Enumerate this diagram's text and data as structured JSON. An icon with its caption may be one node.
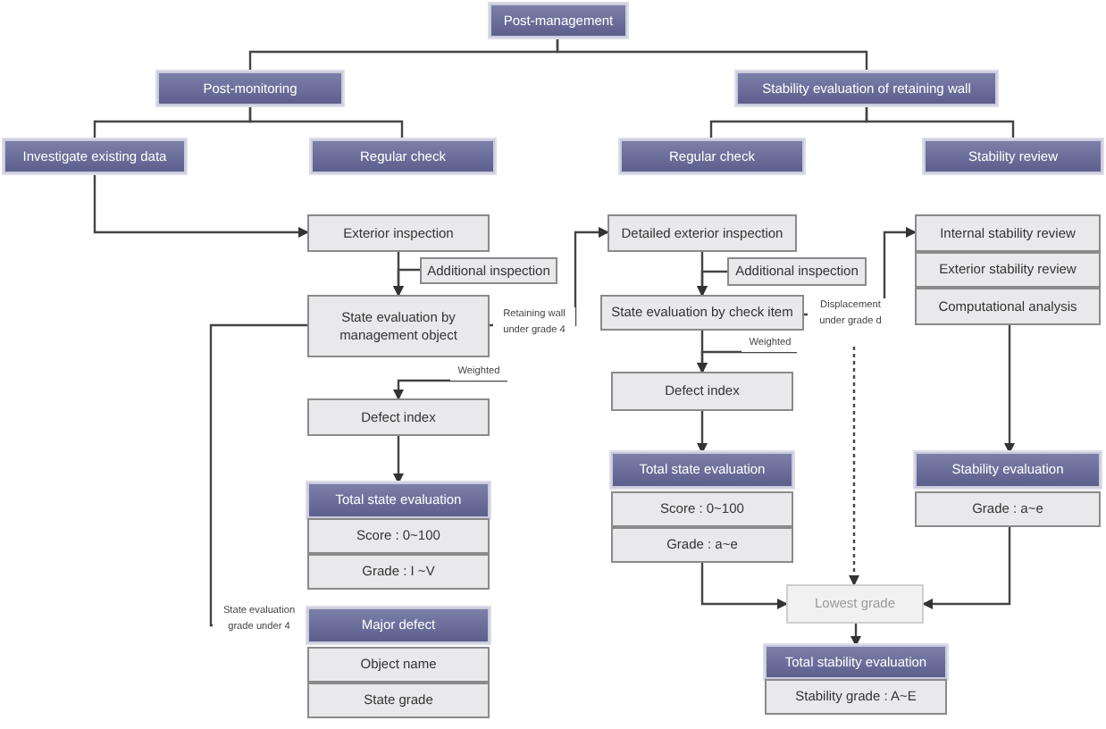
{
  "diagram": {
    "nodes": [
      {
        "text": [
          "Post-management"
        ]
      },
      {
        "text": [
          "Post-monitoring"
        ]
      },
      {
        "text": [
          "Stability evaluation of retaining wall"
        ]
      },
      {
        "text": [
          "Investigate existing data"
        ]
      },
      {
        "text": [
          "Regular check"
        ]
      },
      {
        "text": [
          "Regular check"
        ]
      },
      {
        "text": [
          "Stability review"
        ]
      },
      {
        "text": [
          "Exterior inspection"
        ]
      },
      {
        "text": [
          "Additional inspection"
        ]
      },
      {
        "text": [
          "State evaluation by management object"
        ]
      },
      {
        "text": [
          "Defect index"
        ]
      },
      {
        "text": [
          "Total state evaluation"
        ]
      },
      {
        "text": [
          "Score : 0~100"
        ]
      },
      {
        "text": [
          "Grade : I ~V"
        ]
      },
      {
        "text": [
          "Major defect"
        ]
      },
      {
        "text": [
          "Object name"
        ]
      },
      {
        "text": [
          "State grade"
        ]
      },
      {
        "text": [
          "Detailed exterior inspection"
        ]
      },
      {
        "text": [
          "Additional inspection"
        ]
      },
      {
        "text": [
          "State evaluation by check item"
        ]
      },
      {
        "text": [
          "Defect index"
        ]
      },
      {
        "text": [
          "Total state evaluation"
        ]
      },
      {
        "text": [
          "Score : 0~100"
        ]
      },
      {
        "text": [
          "Grade : a~e"
        ]
      },
      {
        "text": [
          "Internal stability review"
        ]
      },
      {
        "text": [
          "Exterior stability review"
        ]
      },
      {
        "text": [
          "Computational analysis"
        ]
      },
      {
        "text": [
          "Stability evaluation"
        ]
      },
      {
        "text": [
          "Grade : a~e"
        ]
      },
      {
        "text": [
          "Lowest grade"
        ]
      },
      {
        "text": [
          "Total stability evaluation"
        ]
      },
      {
        "text": [
          "Stability grade : A~E"
        ]
      }
    ],
    "edges": [
      {
        "from": 0,
        "to": 1,
        "arrow": "none"
      },
      {
        "from": 0,
        "to": 2,
        "arrow": "none"
      },
      {
        "from": 1,
        "to": 3,
        "arrow": "none"
      },
      {
        "from": 1,
        "to": 4,
        "arrow": "none"
      },
      {
        "from": 2,
        "to": 5,
        "arrow": "none"
      },
      {
        "from": 2,
        "to": 6,
        "arrow": "none"
      },
      {
        "from": 3,
        "to": 7,
        "arrow": "to"
      },
      {
        "from": 7,
        "to": 9,
        "arrow": "to"
      },
      {
        "from": 8,
        "to": 9,
        "arrow": "to"
      },
      {
        "from": 9,
        "to": 17,
        "arrow": "to",
        "label": "Retaining wall under grade 4"
      },
      {
        "from": 9,
        "to": 14,
        "arrow": "to",
        "label": "State evaluation grade under 4"
      },
      {
        "from": null,
        "to": 10,
        "arrow": "to",
        "label": "Weighted"
      },
      {
        "from": 10,
        "to": 11,
        "arrow": "to"
      },
      {
        "from": 17,
        "to": 19,
        "arrow": "to"
      },
      {
        "from": 18,
        "to": 19,
        "arrow": "to"
      },
      {
        "from": 19,
        "to": 20,
        "arrow": "to"
      },
      {
        "from": null,
        "to": 20,
        "arrow": "to",
        "label": "Weighted"
      },
      {
        "from": 20,
        "to": 21,
        "arrow": "to"
      },
      {
        "from": 19,
        "to": 24,
        "arrow": "to",
        "label": "Displacement under grade d"
      },
      {
        "from": null,
        "to": 29,
        "arrow": "to",
        "style": "dashed"
      },
      {
        "from": 23,
        "to": 29,
        "arrow": "to"
      },
      {
        "from": 28,
        "to": 29,
        "arrow": "to"
      },
      {
        "from": 29,
        "to": 30,
        "arrow": "to"
      },
      {
        "from": 26,
        "to": 27,
        "arrow": "to"
      }
    ]
  }
}
